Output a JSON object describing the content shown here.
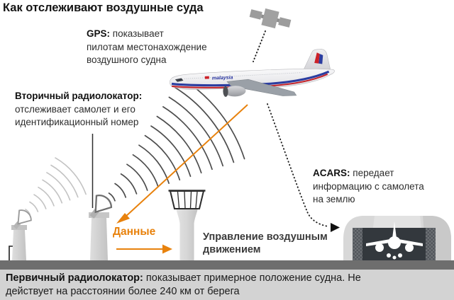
{
  "title": "Как отслеживают воздушные суда",
  "annotations": {
    "gps": {
      "term": "GPS:",
      "desc": "показывает\nпилотам местонахождение\nвоздушного судна"
    },
    "secondary_radar": {
      "term": "Вторичный радиолокатор:",
      "desc": "\nотслеживает самолет и его\nидентификационный номер"
    },
    "acars": {
      "term": "ACARS:",
      "desc": "передает\nинформацию с самолета\nна землю"
    },
    "primary_radar": {
      "term": "Первичный радиолокатор:",
      "desc": "показывает примерное положение судна. Не\nдействует на расстоянии более 240 км от берега"
    },
    "data_label": "Данные",
    "atc_label": "Управление воздушным\nдвижением"
  },
  "airplane": {
    "airline_titles": "malaysia"
  },
  "icons": [
    "satellite-icon",
    "airplane-icon",
    "radar-tower-icon",
    "radar-dish-icon",
    "radar-waves-icon",
    "control-tower-icon",
    "hangar-icon",
    "hangar-airplane-silhouette-icon",
    "arrow-icon"
  ],
  "colors": {
    "accent_orange": "#e8820d",
    "ground_bar": "#6e6e6e",
    "caption_background": "#d3d3d3",
    "dark_waves": "#4d4d4d",
    "light_waves": "#c3c3c3",
    "airline_blue": "#2b3da0",
    "airline_red": "#c4252b"
  }
}
